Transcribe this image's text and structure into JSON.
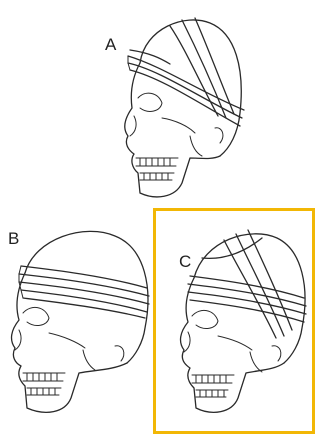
{
  "figure": {
    "panels": [
      {
        "label": "A",
        "bandage": "oblique-crossing"
      },
      {
        "label": "B",
        "bandage": "circular"
      },
      {
        "label": "C",
        "bandage": "circular-with-oblique-crossing"
      }
    ],
    "selected_panel": "C",
    "highlight_color": "#f2b705"
  }
}
